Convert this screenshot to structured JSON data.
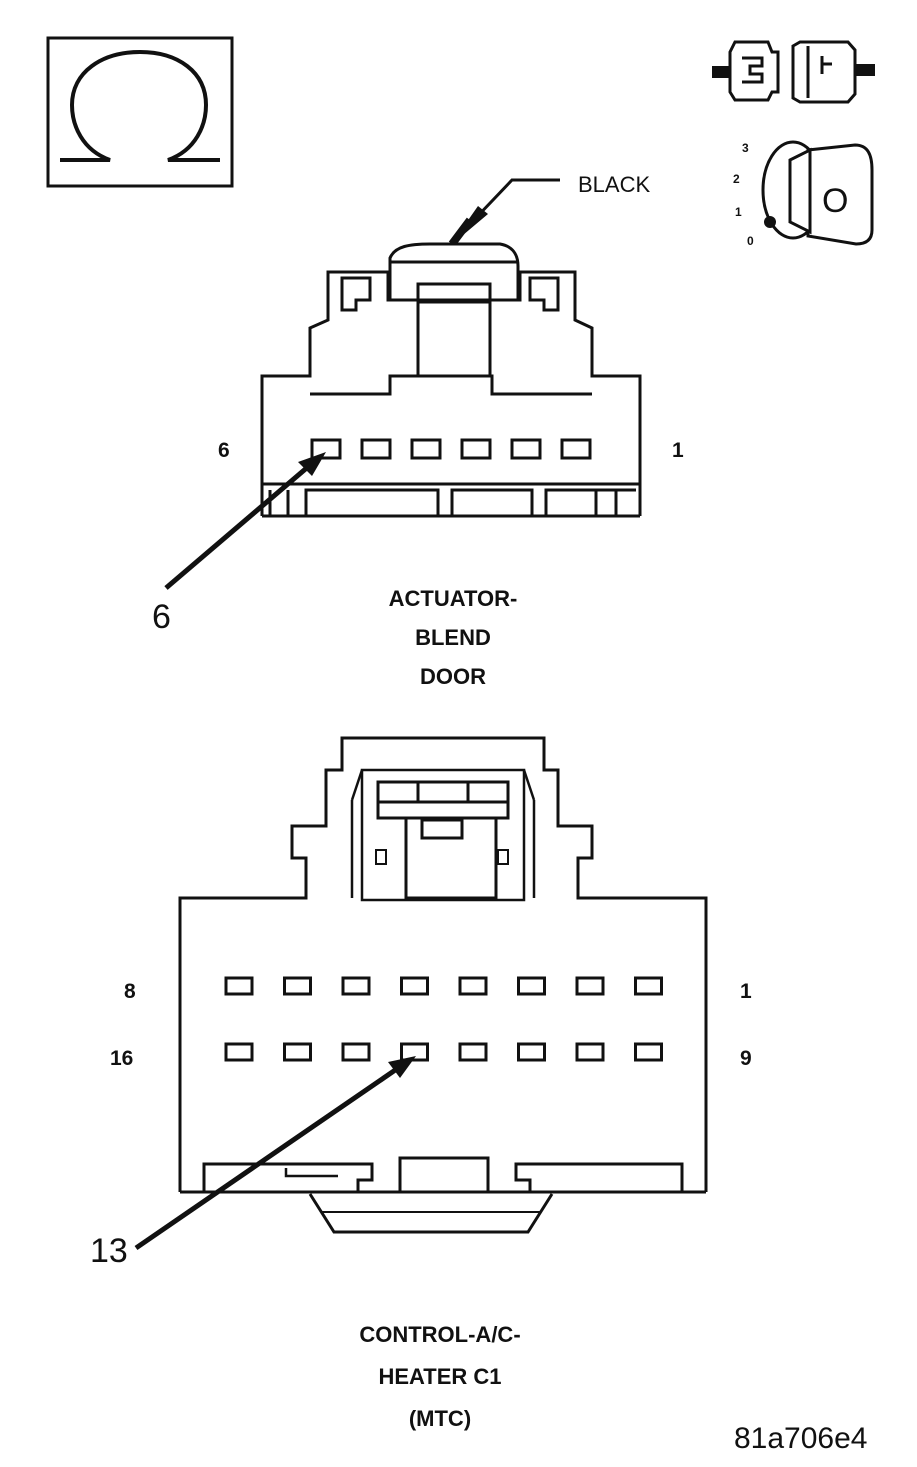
{
  "icons": {
    "ohmmeter": "ohm-symbol-icon",
    "connector": "disconnected-connector-icon",
    "ignition": "ignition-key-off-icon",
    "ignition_positions": [
      "3",
      "2",
      "1",
      "0"
    ],
    "ignition_key_letter": "O"
  },
  "connector1": {
    "title_lines": [
      "ACTUATOR-",
      "BLEND",
      "DOOR"
    ],
    "color_label": "BLACK",
    "pin_left": "6",
    "pin_right": "1",
    "callout": "6",
    "pin_count": 6,
    "highlight_pin": 6
  },
  "connector2": {
    "title_lines": [
      "CONTROL-A/C-",
      "HEATER C1",
      "(MTC)"
    ],
    "row1_left": "8",
    "row1_right": "1",
    "row2_left": "16",
    "row2_right": "9",
    "callout": "13",
    "pins_per_row": 8,
    "highlight_pin": 13
  },
  "figure_id": "81a706e4"
}
